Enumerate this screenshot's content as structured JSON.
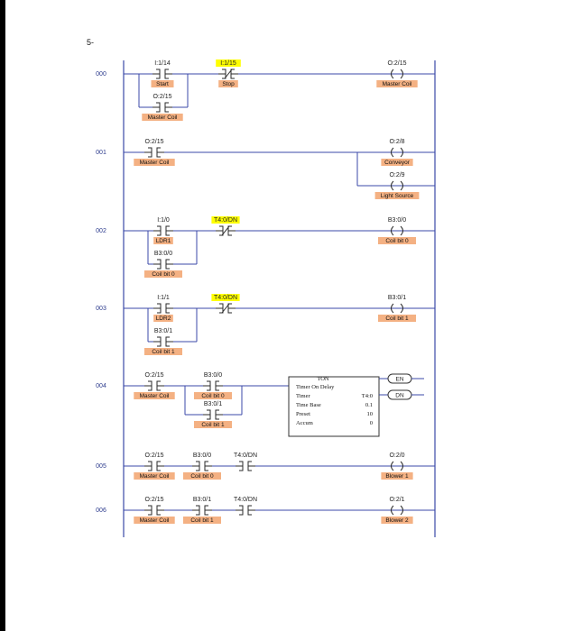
{
  "problem_number": "5-",
  "colors": {
    "wire": "#3b49a8",
    "tag_fill": "#f4b183",
    "highlight": "#ffff00",
    "contact": "#2a2a2a"
  },
  "rungs": [
    {
      "number": "000",
      "contacts": [
        {
          "addr": "I:1/14",
          "label": "Start",
          "type": "NO"
        },
        {
          "addr": "I:1/15",
          "label": "Stop",
          "type": "NC",
          "highlight": true
        }
      ],
      "branch_contacts": [
        {
          "addr": "O:2/15",
          "label": "Master Coil",
          "type": "NO"
        }
      ],
      "coils": [
        {
          "addr": "O:2/15",
          "label": "Master Coil"
        }
      ]
    },
    {
      "number": "001",
      "contacts": [
        {
          "addr": "O:2/15",
          "label": "Master Coil",
          "type": "NO"
        }
      ],
      "coils": [
        {
          "addr": "O:2/8",
          "label": "Conveyor"
        },
        {
          "addr": "O:2/9",
          "label": "Light Source"
        }
      ]
    },
    {
      "number": "002",
      "contacts": [
        {
          "addr": "I:1/0",
          "label": "LDR1",
          "type": "NO"
        },
        {
          "addr": "T4:0/DN",
          "label": "",
          "type": "NC",
          "highlight": true
        }
      ],
      "branch_contacts": [
        {
          "addr": "B3:0/0",
          "label": "Coil bit 0",
          "type": "NO"
        }
      ],
      "coils": [
        {
          "addr": "B3:0/0",
          "label": "Coil bit 0"
        }
      ]
    },
    {
      "number": "003",
      "contacts": [
        {
          "addr": "I:1/1",
          "label": "LDR2",
          "type": "NO"
        },
        {
          "addr": "T4:0/DN",
          "label": "",
          "type": "NC",
          "highlight": true
        }
      ],
      "branch_contacts": [
        {
          "addr": "B3:0/1",
          "label": "Coil bit 1",
          "type": "NO"
        }
      ],
      "coils": [
        {
          "addr": "B3:0/1",
          "label": "Coil bit 1"
        }
      ]
    },
    {
      "number": "004",
      "contacts": [
        {
          "addr": "O:2/15",
          "label": "Master Coil",
          "type": "NO"
        },
        {
          "addr": "B3:0/0",
          "label": "Coil bit 0",
          "type": "NO"
        }
      ],
      "branch_contacts": [
        {
          "addr": "B3:0/1",
          "label": "Coil bit 1",
          "type": "NO"
        }
      ],
      "ton": {
        "title": "TON",
        "subtitle": "Timer On Delay",
        "rows": [
          {
            "label": "Timer",
            "value": "T4:0"
          },
          {
            "label": "Time Base",
            "value": "0.1"
          },
          {
            "label": "Preset",
            "value": "10"
          },
          {
            "label": "Accum",
            "value": "0"
          }
        ],
        "outputs": [
          "EN",
          "DN"
        ]
      }
    },
    {
      "number": "005",
      "contacts": [
        {
          "addr": "O:2/15",
          "label": "Master Coil",
          "type": "NO"
        },
        {
          "addr": "B3:0/0",
          "label": "Coil bit 0",
          "type": "NO"
        },
        {
          "addr": "T4:0/DN",
          "label": "",
          "type": "NO"
        }
      ],
      "coils": [
        {
          "addr": "O:2/0",
          "label": "Blower 1"
        }
      ]
    },
    {
      "number": "006",
      "contacts": [
        {
          "addr": "O:2/15",
          "label": "Master Coil",
          "type": "NO"
        },
        {
          "addr": "B3:0/1",
          "label": "Coil bit 1",
          "type": "NO"
        },
        {
          "addr": "T4:0/DN",
          "label": "",
          "type": "NO"
        }
      ],
      "coils": [
        {
          "addr": "O:2/1",
          "label": "Blower 2"
        }
      ]
    }
  ]
}
